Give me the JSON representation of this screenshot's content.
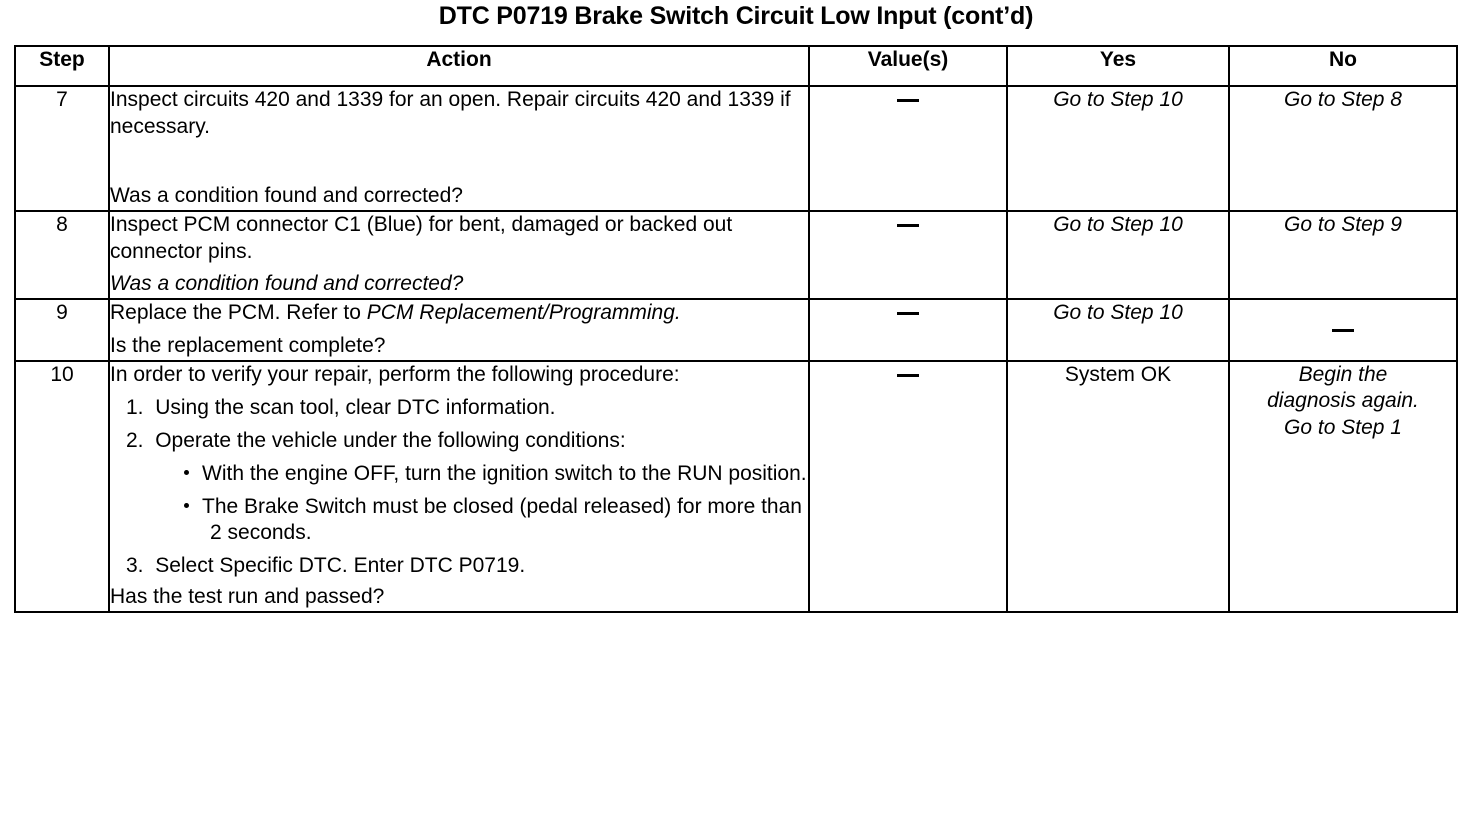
{
  "document": {
    "title": "DTC P0719 Brake Switch Circuit Low Input (cont’d)"
  },
  "table": {
    "headers": {
      "step": "Step",
      "action": "Action",
      "value": "Value(s)",
      "yes": "Yes",
      "no": "No"
    },
    "rows": [
      {
        "step": "7",
        "action": {
          "para1": "Inspect circuits 420 and 1339 for an open. Repair circuits 420 and 1339 if necessary.",
          "question": "Was a condition found and corrected?"
        },
        "value": "—",
        "yes": "Go to Step 10",
        "no": "Go to Step 8"
      },
      {
        "step": "8",
        "action": {
          "para1": "Inspect PCM connector C1 (Blue) for bent, damaged or backed out connector pins.",
          "question": "Was a condition found and corrected?"
        },
        "value": "—",
        "yes": "Go to Step 10",
        "no": "Go to Step 9"
      },
      {
        "step": "9",
        "action": {
          "para1_plain": "Replace the PCM. Refer to ",
          "para1_italic": "PCM Replacement/Programming.",
          "question": "Is the replacement complete?"
        },
        "value": "—",
        "yes": "Go to Step 10",
        "no": "—"
      },
      {
        "step": "10",
        "action": {
          "intro": "In order to verify your repair, perform the following procedure:",
          "item1_num": "1.",
          "item1_text": "Using the scan tool, clear DTC information.",
          "item2_num": "2.",
          "item2_text": "Operate the vehicle under the following conditions:",
          "bullet1": "With the engine OFF, turn the ignition switch to the RUN position.",
          "bullet2": "The Brake Switch must be closed (pedal released) for more than 2 seconds.",
          "item3_num": "3.",
          "item3_text": "Select Specific DTC. Enter DTC P0719.",
          "question": "Has the test run and passed?"
        },
        "value": "—",
        "yes": "System OK",
        "no_line1": "Begin the",
        "no_line2": "diagnosis again.",
        "no_line3": "Go to Step 1"
      }
    ]
  }
}
